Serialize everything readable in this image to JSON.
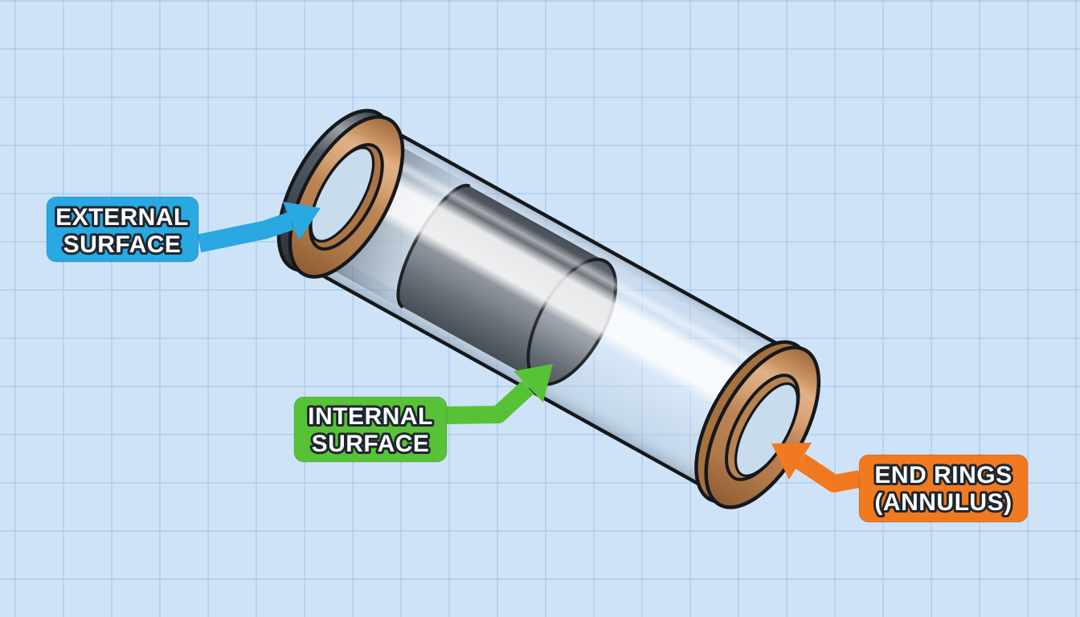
{
  "figure": {
    "background_color": "#cfe3f8",
    "grid_color": "#a6c5e9"
  },
  "cylinder": {
    "outline_color": "#15181c",
    "glass_tint": "#dce9f6",
    "copper_face": "#bc8455",
    "copper_highlight": "#e0b186",
    "copper_rim_dark": "#a5713f",
    "left_ring_rim_gray": "#40464e",
    "left_hole_wall": "#ad7443",
    "right_hole_wall": "#b9834f",
    "hole_seethrough": "#c8dcee",
    "internal_gray": "#868d97"
  },
  "callouts": {
    "external": {
      "line1": "EXTERNAL",
      "line2": "SURFACE",
      "color": "#29a8e2",
      "text_color": "#ffffff",
      "text_outline": "#1d262e"
    },
    "internal": {
      "line1": "INTERNAL",
      "line2": "SURFACE",
      "color": "#57c236",
      "text_color": "#ffffff",
      "text_outline": "#1d262e"
    },
    "end_rings": {
      "line1": "END RINGS",
      "line2": "(ANNULUS)",
      "color": "#f1791f",
      "text_color": "#ffffff",
      "text_outline": "#1d262e"
    }
  }
}
